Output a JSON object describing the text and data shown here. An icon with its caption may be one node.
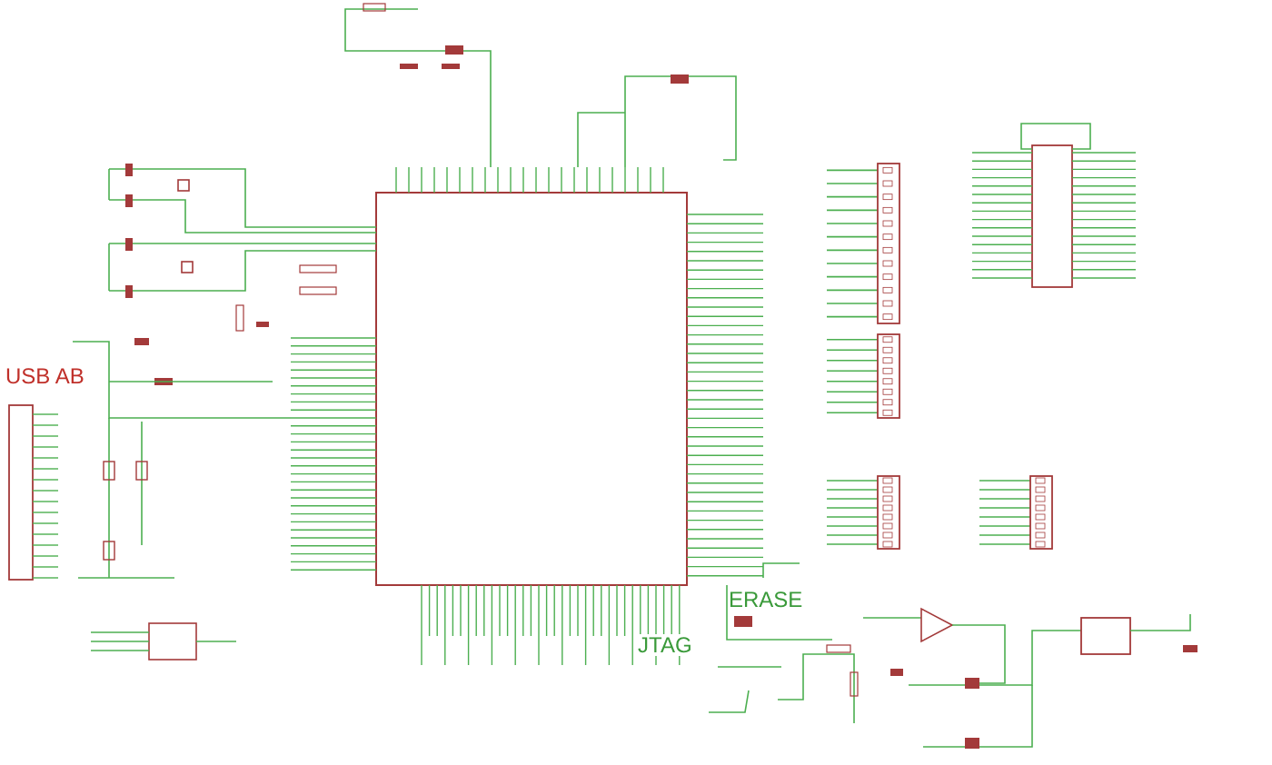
{
  "diagram": {
    "labels": [
      "USB AB",
      "ERASE",
      "JTAG"
    ]
  }
}
